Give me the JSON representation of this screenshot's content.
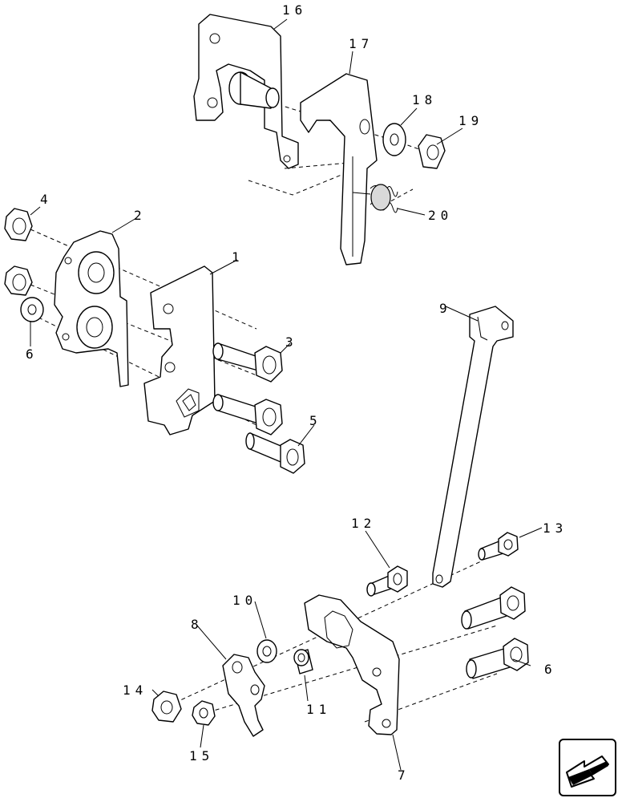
{
  "diagram": {
    "callouts": {
      "c1": "1",
      "c2": "2",
      "c3": "3",
      "c4": "4",
      "c5": "5",
      "c6a": "6",
      "c6b": "6",
      "c7": "7",
      "c8": "8",
      "c9": "9",
      "c10": "10",
      "c11": "11",
      "c12": "12",
      "c13": "13",
      "c14": "14",
      "c15": "15",
      "c16": "16",
      "c17": "17",
      "c18": "18",
      "c19": "19",
      "c20": "20"
    }
  },
  "navigation": {
    "next_icon": "next-page-arrow-icon"
  }
}
